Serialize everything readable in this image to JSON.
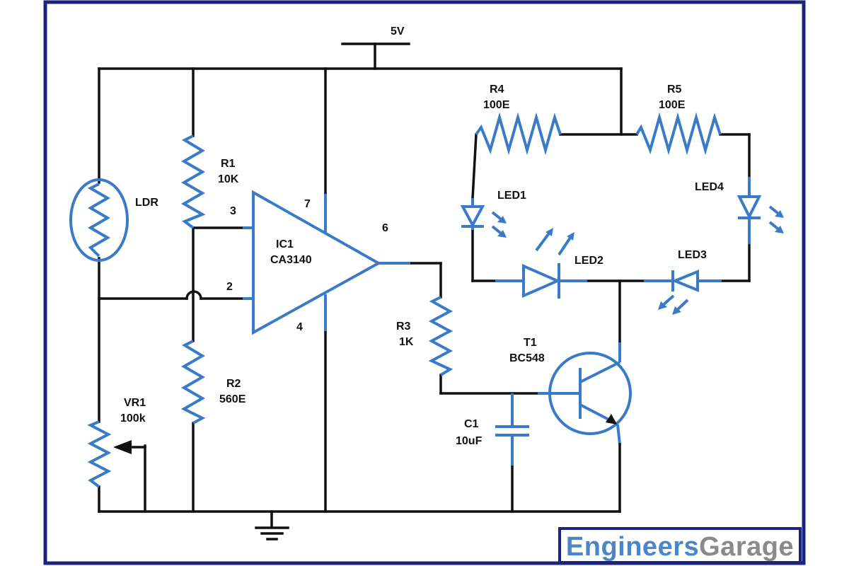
{
  "labels": {
    "supply": "5V",
    "ldr": "LDR",
    "r1_name": "R1",
    "r1_value": "10K",
    "r2_name": "R2",
    "r2_value": "560E",
    "vr1_name": "VR1",
    "vr1_value": "100k",
    "ic1_name": "IC1",
    "ic1_part": "CA3140",
    "pin2": "2",
    "pin3": "3",
    "pin4": "4",
    "pin6": "6",
    "pin7": "7",
    "r3_name": "R3",
    "r3_value": "1K",
    "c1_name": "C1",
    "c1_value": "10uF",
    "t1_name": "T1",
    "t1_part": "BC548",
    "r4_name": "R4",
    "r4_value": "100E",
    "r5_name": "R5",
    "r5_value": "100E",
    "led1": "LED1",
    "led2": "LED2",
    "led3": "LED3",
    "led4": "LED4"
  },
  "logo": {
    "part1": "Engineers",
    "part2": "Garage"
  },
  "colors": {
    "wire": "#111111",
    "component": "#3a7bc8",
    "frame": "#1a237e",
    "logo_blue": "#4a86c8",
    "logo_gray": "#8a8a8a"
  }
}
